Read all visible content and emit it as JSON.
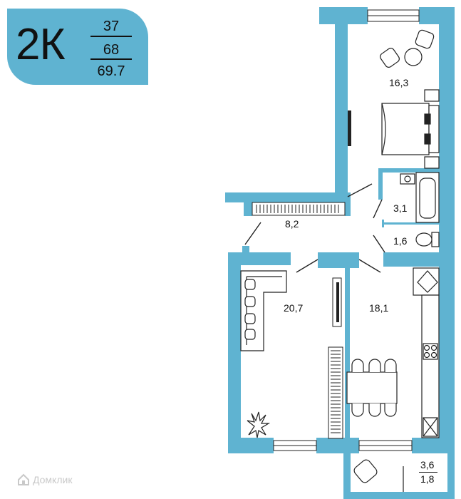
{
  "badge": {
    "apartment_type": "2К",
    "living_area": "37",
    "kitchen_area": "68",
    "total_area": "69.7"
  },
  "rooms": {
    "bedroom": "16,3",
    "hall": "8,2",
    "bathroom": "3,1",
    "toilet": "1,6",
    "living_room": "20,7",
    "kitchen": "18,1",
    "balcony_total": "3,6",
    "balcony_reduced": "1,8"
  },
  "colors": {
    "wall": "#5fb3d1",
    "badge_bg": "#5fb3d1",
    "line": "#222222"
  },
  "watermark": {
    "text": "Домклик"
  }
}
